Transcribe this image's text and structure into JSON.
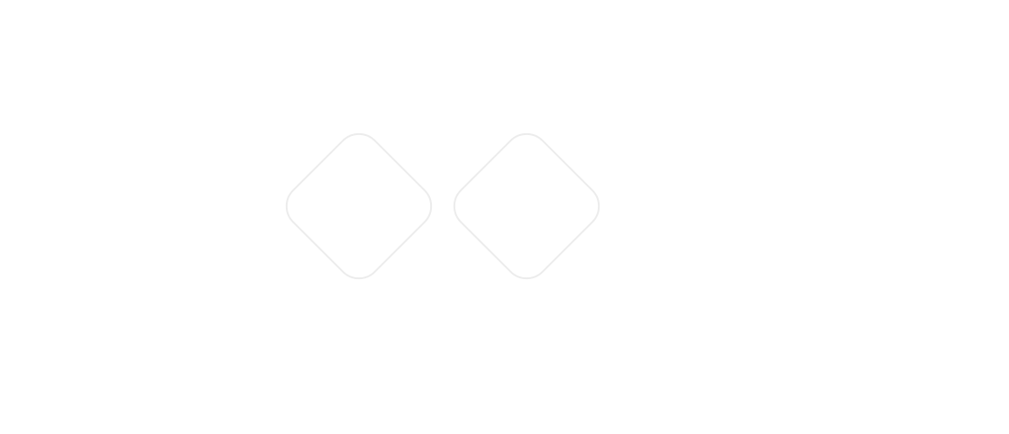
{
  "colors": {
    "background": "#ffffff",
    "outline": "#ececec"
  },
  "shapes": [
    {
      "name": "left-diamond",
      "kind": "rounded-diamond-outline",
      "filled": false
    },
    {
      "name": "right-diamond",
      "kind": "rounded-diamond-outline",
      "filled": false
    }
  ]
}
